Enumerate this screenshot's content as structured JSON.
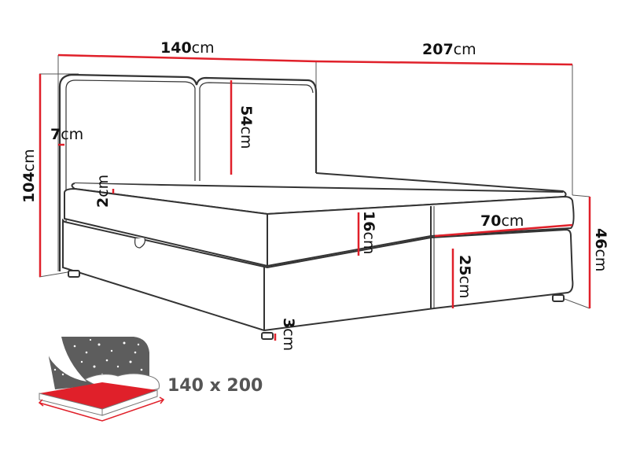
{
  "diagram": {
    "subject": "Boxspring bed dimension drawing",
    "accent_color": "#e0202a",
    "line_color": "#333333",
    "dimensions": {
      "width": {
        "value": "140",
        "unit": "cm"
      },
      "length": {
        "value": "207",
        "unit": "cm"
      },
      "total_height": {
        "value": "104",
        "unit": "cm"
      },
      "headboard_thickness": {
        "value": "7",
        "unit": "cm"
      },
      "headboard_cushion_height": {
        "value": "54",
        "unit": "cm"
      },
      "topper_height": {
        "value": "2",
        "unit": "cm"
      },
      "mattress_height": {
        "value": "16",
        "unit": "cm"
      },
      "mattress_width": {
        "value": "70",
        "unit": "cm"
      },
      "base_height": {
        "value": "25",
        "unit": "cm"
      },
      "bed_height": {
        "value": "46",
        "unit": "cm"
      },
      "leg_height": {
        "value": "3",
        "unit": "cm"
      }
    },
    "sleeping_area": {
      "icon": "bed-night-sky-icon",
      "label": "140 x 200"
    }
  }
}
